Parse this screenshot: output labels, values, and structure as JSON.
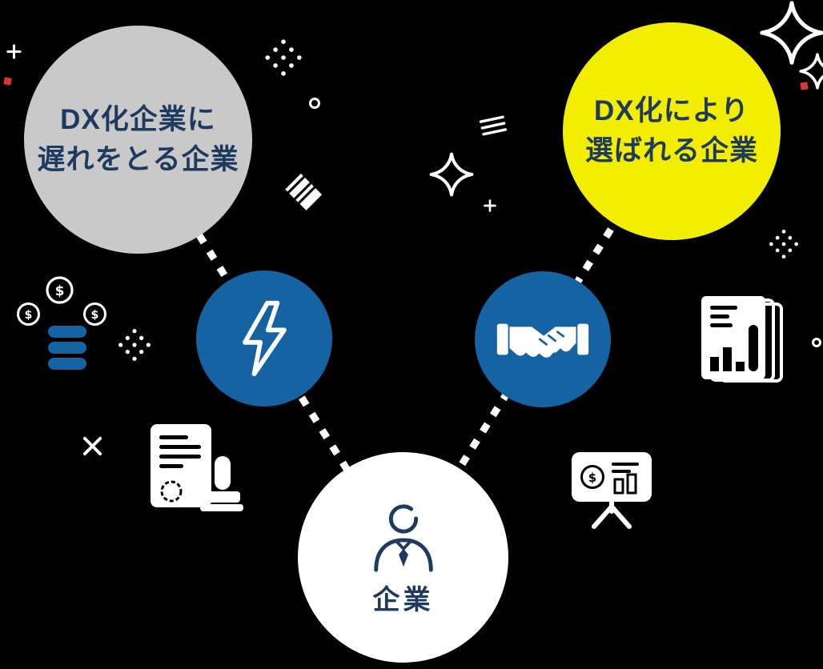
{
  "colors": {
    "background": "#000000",
    "navy": "#1e3a5f",
    "blue": "#1563a2",
    "gray": "#c9c9c9",
    "yellow": "#f3ee00",
    "white": "#ffffff",
    "red": "#d63a2e"
  },
  "diagram": {
    "behind_node": {
      "line1": "DX化企業に",
      "line2": "遅れをとる企業"
    },
    "chosen_node": {
      "line1": "DX化により",
      "line2": "選ばれる企業"
    },
    "company_node": {
      "label": "企業"
    }
  },
  "symbols": {
    "dollar": "$"
  },
  "icons": {
    "lightning-icon": "lightning bolt outline",
    "handshake-icon": "handshake silhouette",
    "person-icon": "businessperson with tie outline",
    "coin-icon": "dollar coin outline",
    "coin-stack-icon": "stack of blue coins",
    "document-stamp-icon": "document with seal stamp",
    "report-pages-icon": "stacked report pages with bar chart",
    "presentation-board-icon": "easel board with coin and chart",
    "sparkle-icon": "four-point star outline",
    "plus-icon": "plus cross",
    "x-icon": "multiplication cross",
    "dots-grid-icon": "diamond grid of dots",
    "barcode-icon": "diagonal stripe bars",
    "menu-lines-icon": "three tilted lines",
    "circle-outline-icon": "small ring"
  }
}
